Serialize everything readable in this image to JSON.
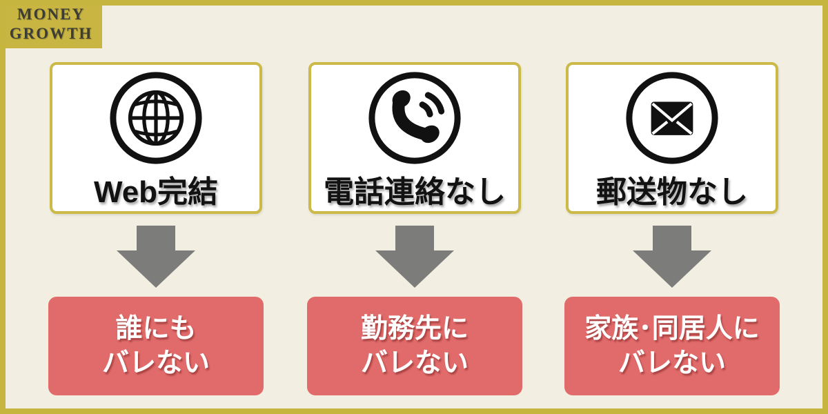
{
  "logo": {
    "line1": "MONEY",
    "line2": "GROWTH"
  },
  "colors": {
    "cream_background": "#f2efe2",
    "gold_frame": "#c6b53e",
    "gold_card_border": "#cbb94a",
    "gold_logo_background": "#c8b542",
    "logo_ink": "#3d3d35",
    "arrow_gray": "#7c7c7a",
    "result_red": "#e16b6b",
    "icon_black": "#111111"
  },
  "columns": [
    {
      "icon": "globe-icon",
      "label": "Web完結",
      "result_line1": "誰にも",
      "result_line2": "バレない"
    },
    {
      "icon": "phone-icon",
      "label": "電話連絡なし",
      "result_line1": "勤務先に",
      "result_line2": "バレない"
    },
    {
      "icon": "mail-icon",
      "label": "郵送物なし",
      "result_line1": "家族･同居人に",
      "result_line2": "バレない"
    }
  ]
}
